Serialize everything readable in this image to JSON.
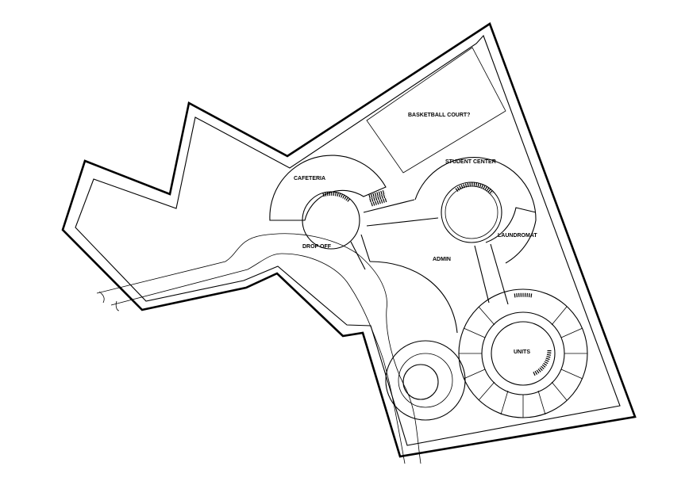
{
  "plan": {
    "labels": {
      "basketball": "BASKETBALL COURT?",
      "student_center": "STUDENT CENTER",
      "cafeteria": "CAFETERIA",
      "laundromat": "LAUNDROMAT",
      "drop_off": "DROP OFF",
      "admin": "ADMIN",
      "units": "UNITS"
    }
  }
}
